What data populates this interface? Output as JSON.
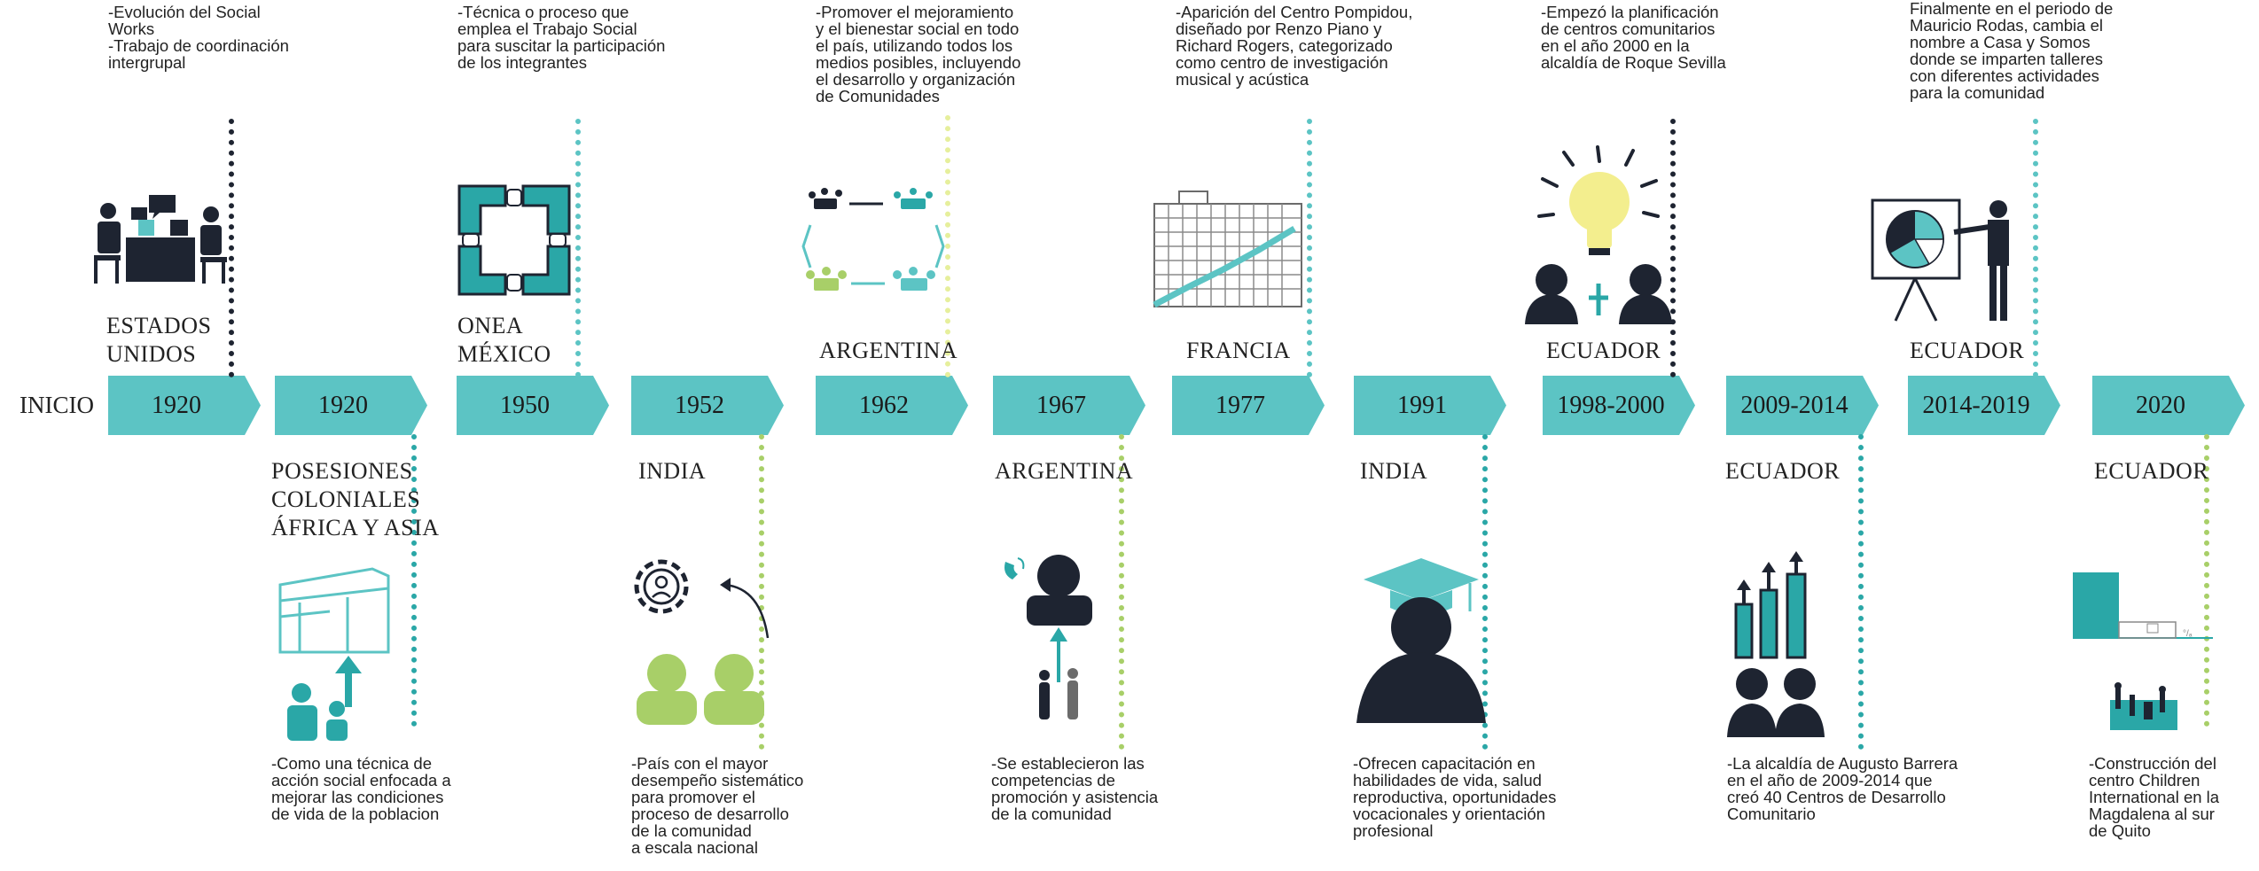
{
  "start_label": "INICIO",
  "colors": {
    "teal": "#5cc4c4",
    "dark_teal": "#2aa7a7",
    "lime": "#a8cf68",
    "yellow": "#e6ef9c",
    "navy": "#1e2431",
    "arrow": "#5cc4c4"
  },
  "milestones": [
    {
      "year": "1920",
      "place": "ESTADOS\nUNIDOS",
      "note": "-Evolución del Social\nWorks\n-Trabajo de coordinación\n intergrupal",
      "icon": "office-meeting-icon"
    },
    {
      "year": "1920",
      "place": "POSESIONES\nCOLONIALES\nÁFRICA Y ASIA",
      "note": "-Como una técnica de\nacción social enfocada a\nmejorar las condiciones\nde vida de la poblacion",
      "icon": "storefront-people-icon"
    },
    {
      "year": "1950",
      "place": "ONEA\nMÉXICO",
      "note": "-Técnica o proceso que\nemplea el Trabajo Social\npara suscitar la participación\nde los integrantes",
      "icon": "hands-circle-icon"
    },
    {
      "year": "1952",
      "place": "INDIA",
      "note": "-País con el mayor\ndesempeño sistemático\npara promover el\nproceso de desarrollo\nde la comunidad\na escala nacional",
      "icon": "gear-people-icon"
    },
    {
      "year": "1962",
      "place": "ARGENTINA",
      "note": "-Promover el mejoramiento\ny el bienestar social en todo\nel país, utilizando todos los\nmedios posibles, incluyendo\nel desarrollo y organización\nde Comunidades",
      "icon": "meeting-network-icon"
    },
    {
      "year": "1967",
      "place": "ARGENTINA",
      "note": "-Se establecieron las\ncompetencias de\npromoción y asistencia\nde la comunidad",
      "icon": "operator-people-icon"
    },
    {
      "year": "1977",
      "place": "FRANCIA",
      "note": "-Aparición del Centro Pompidou,\ndiseñado por Renzo Piano y\nRichard Rogers, categorizado\ncomo centro de investigación\nmusical y acústica",
      "icon": "pompidou-building-icon"
    },
    {
      "year": "1991",
      "place": "INDIA",
      "note": "-Ofrecen capacitación en\nhabilidades de vida, salud\nreproductiva, oportunidades\nvocacionales y orientación\nprofesional",
      "icon": "graduate-icon"
    },
    {
      "year": "1998-2000",
      "place": "ECUADOR",
      "note": "-Empezó la planificación\nde centros comunitarios\nen el año 2000 en la\nalcaldía de Roque Sevilla",
      "icon": "lightbulb-people-icon"
    },
    {
      "year": "2009-2014",
      "place": "ECUADOR",
      "note": "-La alcaldía de Augusto Barrera\nen el año de 2009-2014 que\ncreó 40 Centros de Desarrollo\nComunitario",
      "icon": "growth-chart-people-icon"
    },
    {
      "year": "2014-2019",
      "place": "ECUADOR",
      "note": "Finalmente en el periodo de\nMauricio Rodas, cambia el\nnombre a Casa y Somos\ndonde se imparten talleres\ncon diferentes actividades\npara la comunidad",
      "icon": "presentation-icon"
    },
    {
      "year": "2020",
      "place": "ECUADOR",
      "note": "-Construcción del\ncentro Children\nInternational en la\nMagdalena al sur\nde Quito",
      "icon": "building-plan-icon"
    }
  ]
}
